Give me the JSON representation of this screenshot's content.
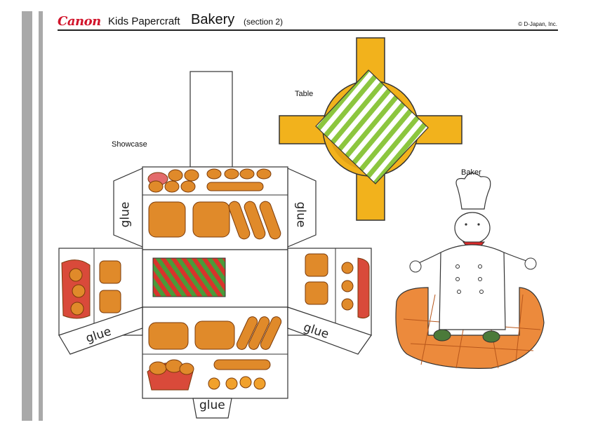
{
  "header": {
    "brand": "Canon",
    "kit": "Kids Papercraft",
    "title": "Bakery",
    "section": "(section 2)",
    "copyright": "© D-Japan, Inc."
  },
  "labels": {
    "table": "Table",
    "showcase": "Showcase",
    "baker": "Baker"
  },
  "glue_tabs": {
    "left": "glue",
    "right": "glue",
    "bottom_left": "glue",
    "bottom_right": "glue",
    "bottom": "glue"
  },
  "colors": {
    "brand": "#d2142b",
    "side_bars": "#a9a9a9",
    "table_wood": "#f2b21c",
    "stripe_green": "#8cc63e",
    "bread": "#e08a2a",
    "floor": "#ec8a3c",
    "ribbon_red": "#d92a2a"
  }
}
